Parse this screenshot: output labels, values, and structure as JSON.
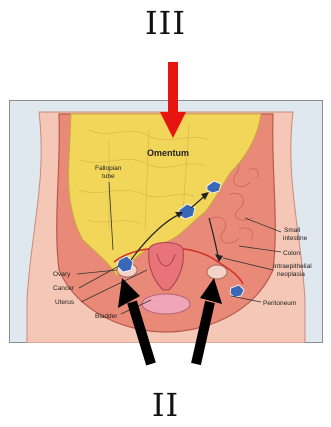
{
  "labels": {
    "top": "III",
    "bottom": "II"
  },
  "figure": {
    "omentum": "Omentum",
    "fallopian_tube_line1": "Fallopian",
    "fallopian_tube_line2": "tube",
    "small_intestine_line1": "Small",
    "small_intestine_line2": "intestine",
    "colon": "Colon",
    "neoplasia_line1": "Intraepithelial",
    "neoplasia_line2": "neoplasia",
    "peritoneum": "Peritoneum",
    "ovary": "Ovary",
    "cancer": "Cancer",
    "uterus": "Uterus",
    "bladder": "Bladder"
  },
  "colors": {
    "arrow_red": "#e8140f",
    "arrow_black": "#000000",
    "omentum_yellow": "#f2d65a",
    "tissue_pink": "#e98a78",
    "background_blue": "#dfe8ef",
    "tumor_blue": "#3a67b8"
  }
}
